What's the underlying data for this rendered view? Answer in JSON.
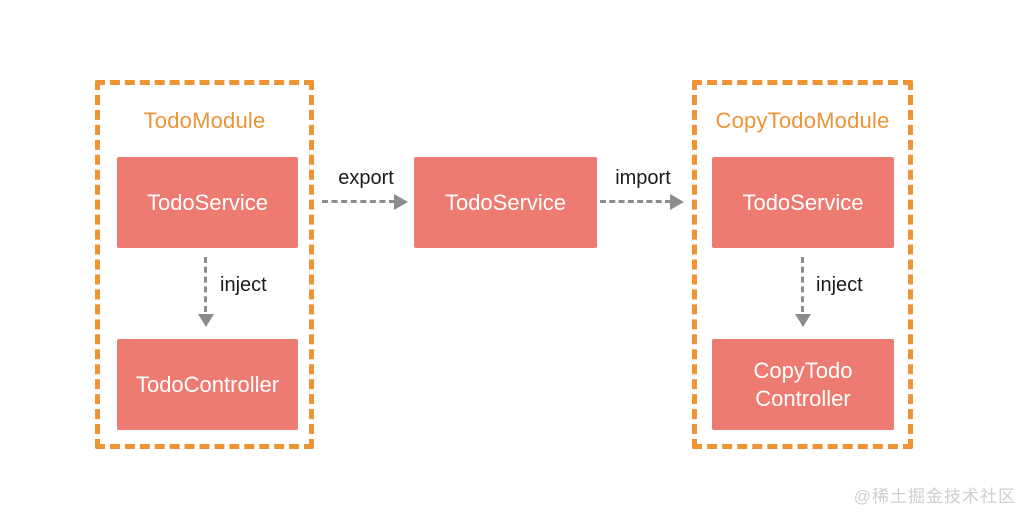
{
  "diagram": {
    "modules": [
      {
        "title": "TodoModule",
        "service_label": "TodoService",
        "inject_label": "inject",
        "controller_label": "TodoController"
      },
      {
        "title": "CopyTodoModule",
        "service_label": "TodoService",
        "inject_label": "inject",
        "controller_label": "CopyTodo\nController"
      }
    ],
    "shared_service_label": "TodoService",
    "export_label": "export",
    "import_label": "import",
    "colors": {
      "module_border": "#EE9435",
      "module_title": "#EE9435",
      "node_fill": "#ED7B72",
      "node_text": "#FFFFFF",
      "arrow": "#8C8C8C",
      "edge_label": "#1B1B1B",
      "watermark": "#CFCFCF"
    }
  },
  "watermark": {
    "text": "@稀土掘金技术社区"
  }
}
